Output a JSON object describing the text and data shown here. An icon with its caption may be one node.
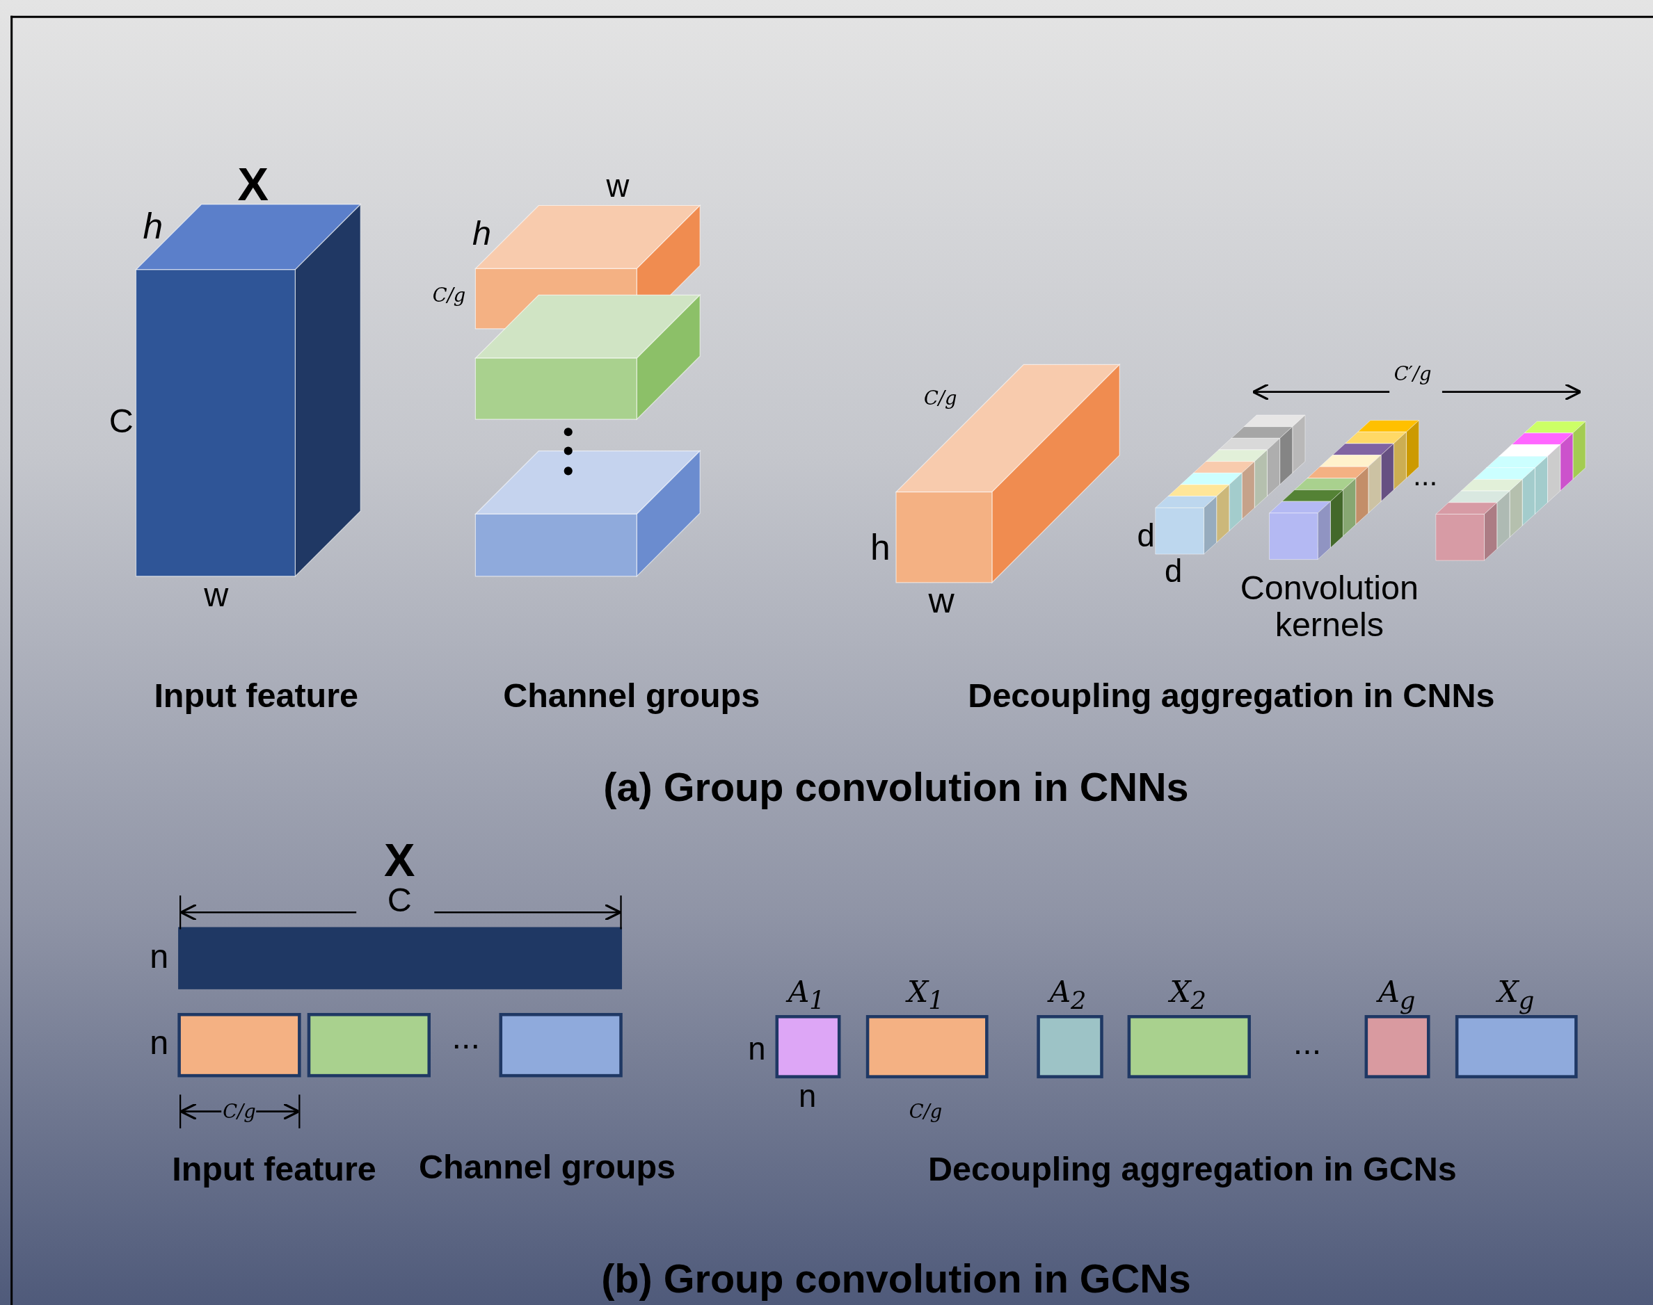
{
  "diagram": {
    "labels": [
      "X",
      "h",
      "C",
      "w",
      "w",
      "h",
      "C/g",
      "C/g",
      "h",
      "w",
      "C′/g",
      "d",
      "d",
      "...",
      "Convolution kernels",
      "Input feature",
      "Channel groups",
      "Decoupling aggregation in CNNs",
      "(a) Group convolution in CNNs",
      "X",
      "C",
      "n",
      "n",
      "...",
      "C/g",
      "A$_{1}$",
      "X$_{1}$",
      "A$_{2}$",
      "X$_{2}$",
      "A$_{g}$",
      "X$_{g}$",
      "n",
      "n",
      "C/g",
      "...",
      "Input feature",
      "Channel groups",
      "Decoupling aggregation in GCNs",
      "(b) Group convolution in GCNs"
    ]
  }
}
